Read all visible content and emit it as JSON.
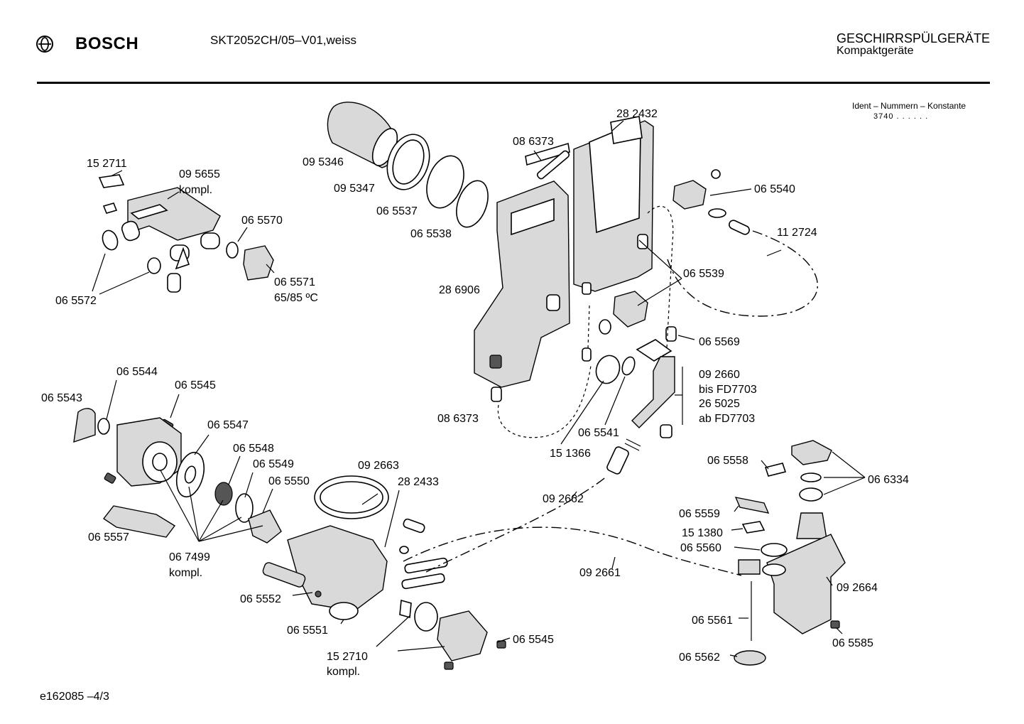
{
  "header": {
    "brand": "BOSCH",
    "model": "SKT2052CH/05–V01,weiss",
    "category": "GESCHIRRSPÜLGERÄTE",
    "subcategory": "Kompaktgeräte"
  },
  "ident": {
    "title": "Ident – Nummern – Konstante",
    "value": "3740  .  .  .  .  .  ."
  },
  "footer": {
    "code": "e162085   –4/3"
  },
  "labels": {
    "l152711": "15 2711",
    "l095655": "09 5655",
    "kompl_a": "kompl.",
    "l065570": "06 5570",
    "l065572": "06 5572",
    "l065571": "06 5571",
    "temp": "65/85 ºC",
    "l095346": "09 5346",
    "l095347": "09 5347",
    "l065537": "06 5537",
    "l065538": "06 5538",
    "l086373a": "08 6373",
    "l282432": "28 2432",
    "l065540": "06 5540",
    "l112724": "11 2724",
    "l286906": "28 6906",
    "l065539": "06 5539",
    "l065569": "06 5569",
    "l092660": "09 2660",
    "bisfd": "bis FD7703",
    "l265025": "26 5025",
    "abfd": "ab FD7703",
    "l086373b": "08 6373",
    "l065541": "06 5541",
    "l151366": "15 1366",
    "l065544": "06 5544",
    "l065543": "06 5543",
    "l065545a": "06 5545",
    "l065547": "06 5547",
    "l065548": "06 5548",
    "l065549": "06 5549",
    "l065550": "06 5550",
    "l092663": "09 2663",
    "l282433": "28 2433",
    "l092662": "09 2662",
    "l065558": "06 5558",
    "l066334": "06 6334",
    "l065559": "06 5559",
    "l151380": "15 1380",
    "l065560": "06 5560",
    "l065557": "06 5557",
    "l067499": "06 7499",
    "kompl_b": "kompl.",
    "l092661": "09 2661",
    "l092664": "09 2664",
    "l065552": "06 5552",
    "l065561": "06 5561",
    "l065551": "06 5551",
    "l065545b": "06 5545",
    "l065585": "06 5585",
    "l152710": "15 2710",
    "kompl_c": "kompl.",
    "l065562": "06 5562"
  }
}
